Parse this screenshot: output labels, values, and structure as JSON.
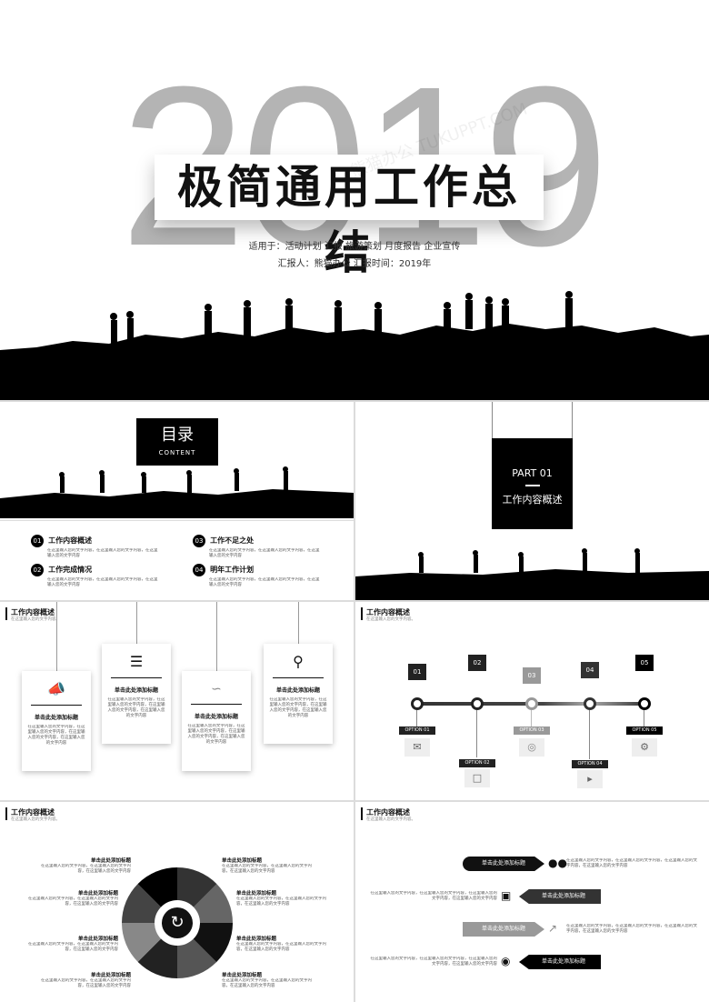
{
  "cover": {
    "year": "2019",
    "title": "极简通用工作总结",
    "line1": "适用于：活动计划 汇报 旅游策划 月度报告 企业宣传",
    "line2": "汇报人：熊猫办公  汇报时间：2019年",
    "watermark": "熊猫办公 TUKUPPT.COM"
  },
  "toc": {
    "title": "目录",
    "subtitle": "CONTENT",
    "items": [
      {
        "num": "01",
        "label": "工作内容概述",
        "desc": "在这里输入您的文字内容，在这里输入您的文字内容，在这里输入您的文字内容"
      },
      {
        "num": "02",
        "label": "工作完成情况",
        "desc": "在这里输入您的文字内容，在这里输入您的文字内容，在这里输入您的文字内容"
      },
      {
        "num": "03",
        "label": "工作不足之处",
        "desc": "在这里输入您的文字内容，在这里输入您的文字内容，在这里输入您的文字内容"
      },
      {
        "num": "04",
        "label": "明年工作计划",
        "desc": "在这里输入您的文字内容，在这里输入您的文字内容，在这里输入您的文字内容"
      }
    ]
  },
  "part": {
    "label": "PART  01",
    "title": "工作内容概述"
  },
  "section": {
    "title": "工作内容概述",
    "sub": "在这里输入您的文字内容。"
  },
  "cards": {
    "title": "单击此处添加标题",
    "desc": "在这里输入您的文字内容，在这里输入您的文字内容，在这里输入您的文字内容，在这里输入您的文字内容",
    "icons": [
      "megaphone-icon",
      "layers-icon",
      "chart-line-icon",
      "search-icon"
    ]
  },
  "timeline": {
    "nums": [
      "01",
      "02",
      "03",
      "04",
      "05"
    ],
    "options": [
      "OPTION 01",
      "OPTION 02",
      "OPTION 03",
      "OPTION 04",
      "OPTION 05"
    ],
    "icons": [
      "chat-icon",
      "cart-icon",
      "target-icon",
      "tag-icon",
      "gear-icon"
    ]
  },
  "circle": {
    "title": "单击此处添加标题",
    "desc": "在这里输入您的文字内容，在这里输入您的文字内容，在这里输入您的文字内容"
  },
  "arrows": {
    "title": "单击此处添加标题",
    "desc": "在这里输入您的文字内容，在这里输入您的文字内容，在这里输入您的文字内容，在这里输入您的文字内容",
    "icons": [
      "people-icon",
      "coins-icon",
      "growth-icon",
      "globe-icon"
    ]
  }
}
